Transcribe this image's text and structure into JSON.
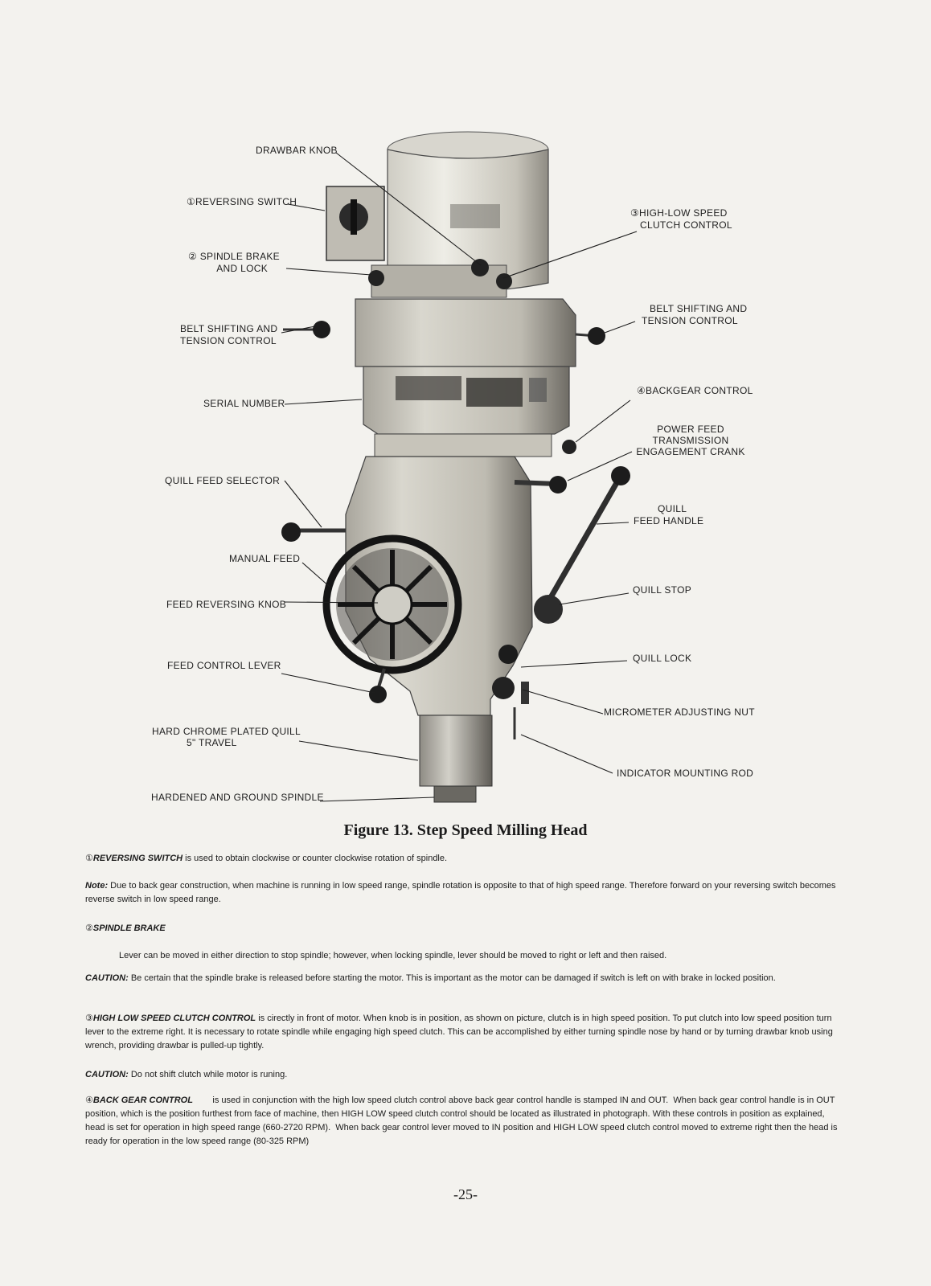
{
  "figure": {
    "callouts": {
      "drawbar_knob": "DRAWBAR KNOB",
      "reversing_switch": "①REVERSING SWITCH",
      "spindle_brake_1": "② SPINDLE BRAKE",
      "spindle_brake_2": "AND LOCK",
      "belt_left_1": "BELT SHIFTING AND",
      "belt_left_2": "TENSION CONTROL",
      "serial_number": "SERIAL NUMBER",
      "quill_feed_selector": "QUILL FEED SELECTOR",
      "manual_feed": "MANUAL FEED",
      "feed_reversing_knob": "FEED REVERSING KNOB",
      "feed_control_lever": "FEED CONTROL LEVER",
      "hard_chrome_1": "HARD CHROME PLATED QUILL",
      "hard_chrome_2": "5\" TRAVEL",
      "hardened_spindle": "HARDENED AND GROUND SPINDLE",
      "high_low_1": "③HIGH-LOW SPEED",
      "high_low_2": "CLUTCH CONTROL",
      "belt_right_1": "BELT SHIFTING AND",
      "belt_right_2": "TENSION CONTROL",
      "backgear": "④BACKGEAR CONTROL",
      "power_feed_1": "POWER FEED",
      "power_feed_2": "TRANSMISSION",
      "power_feed_3": "ENGAGEMENT CRANK",
      "quill_feed_handle_1": "QUILL",
      "quill_feed_handle_2": "FEED HANDLE",
      "quill_stop": "QUILL STOP",
      "quill_lock": "QUILL LOCK",
      "micrometer": "MICROMETER ADJUSTING NUT",
      "indicator_rod": "INDICATOR MOUNTING ROD"
    },
    "caption": "Figure 13.  Step Speed Milling Head"
  },
  "sections": {
    "reversing": {
      "number": "①",
      "heading": "REVERSING SWITCH",
      "text": " is used to obtain clockwise or counter clockwise rotation of spindle."
    },
    "note": {
      "label": "Note:",
      "text": " Due to back gear construction, when machine is running in low speed range, spindle rotation is opposite to that of high speed range.  Therefore forward on your reversing switch becomes reverse switch in low speed range."
    },
    "spindle_brake": {
      "number": "②",
      "heading": "SPINDLE BRAKE",
      "text": "Lever can be moved in either direction to stop spindle; however, when locking spindle, lever should be moved to right or left and then raised."
    },
    "caution1": {
      "label": "CAUTION:",
      "text": " Be certain that the spindle brake is released before starting the motor. This is important as the motor can be damaged if switch is left on with brake in locked position."
    },
    "high_low": {
      "number": "③",
      "heading": "HIGH LOW SPEED CLUTCH CONTROL",
      "text": " is cirectly in front of motor. When knob is in position, as shown on picture, clutch is in high speed position. To put clutch into low speed position turn lever to the extreme right. It is necessary to rotate spindle while engaging high speed clutch. This can be accomplished by either turning spindle nose by hand or by turning drawbar knob using wrench, providing drawbar is pulled-up tightly."
    },
    "caution2": {
      "label": "CAUTION:",
      "text": " Do not shift clutch while motor is runing."
    },
    "back_gear": {
      "number": "④",
      "heading": "BACK GEAR CONTROL",
      "text": "        is used in conjunction with the high low speed clutch control above back gear control handle is stamped IN and OUT.  When back gear control handle is in OUT position, which is the position furthest from face of machine, then HIGH LOW speed clutch control should be located as illustrated in photograph. With these controls in position as explained, head is set for operation in high speed range (660-2720 RPM).  When back gear control lever moved to IN position and HIGH LOW speed clutch control moved to extreme right then the head is ready for operation in the low speed range (80-325 RPM)"
    }
  },
  "footer": {
    "page_number": "-25-"
  }
}
